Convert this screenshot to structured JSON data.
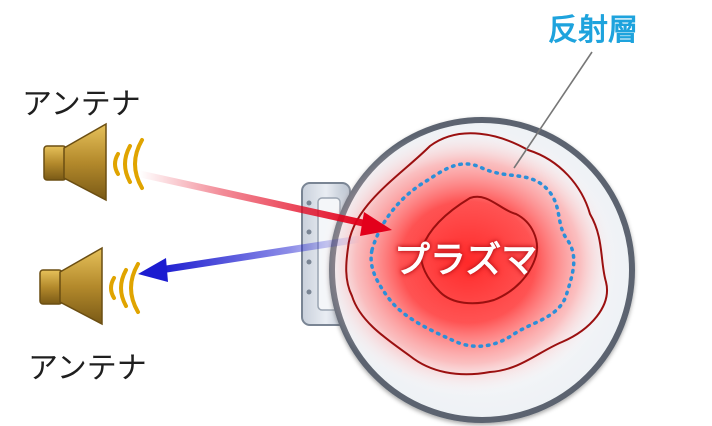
{
  "labels": {
    "antenna_top": "アンテナ",
    "antenna_bottom": "アンテナ",
    "reflecting_layer": "反射層",
    "plasma": "プラズマ"
  },
  "colors": {
    "incident_wave": "#e3001b",
    "reflected_wave": "#1c1cd0",
    "reflecting_layer_label": "#1ea3dd",
    "antenna_horn": "#b48a2c",
    "wave_arcs": "#e0a400",
    "plasma_glow": "#ff2b2b",
    "vessel": "#5b6470"
  },
  "icons": {
    "antenna": "horn-antenna-icon"
  }
}
